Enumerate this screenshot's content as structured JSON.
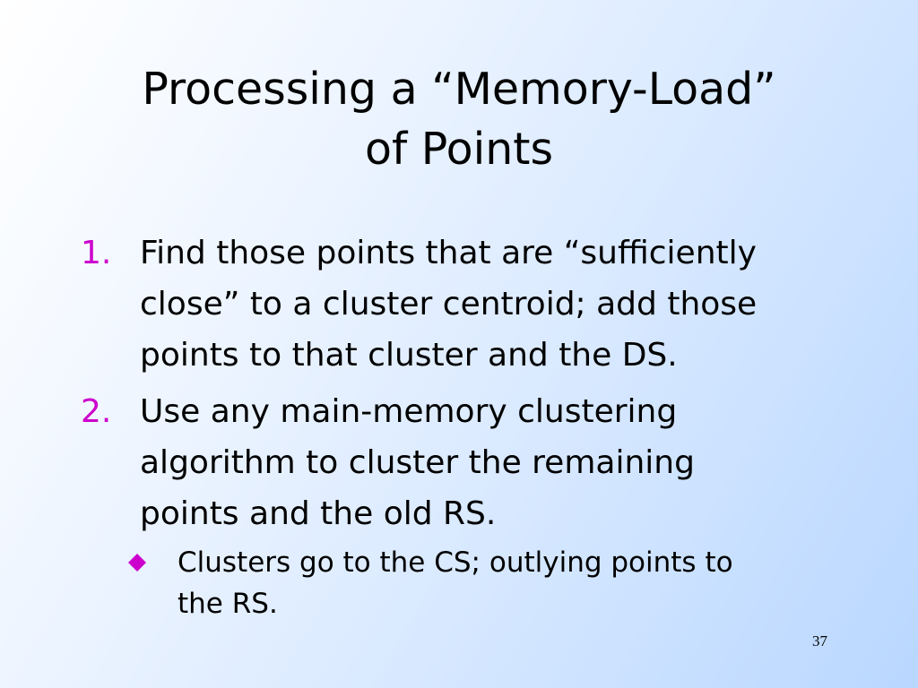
{
  "slide": {
    "title_lines": [
      "Processing a “Memory-Load”",
      "of Points"
    ],
    "items": [
      {
        "number": "1.",
        "lines": [
          "Find those points that are “sufficiently",
          "close” to a cluster centroid; add those",
          "points to that cluster and the DS."
        ]
      },
      {
        "number": "2.",
        "lines": [
          "Use any main-memory clustering",
          "algorithm to cluster the remaining",
          "points and the old RS."
        ],
        "subitems": [
          {
            "bullet_icon": "diamond-bullet-icon",
            "lines": [
              "Clusters go to the CS; outlying points to",
              "the RS."
            ]
          }
        ]
      }
    ],
    "page_number": "37",
    "colors": {
      "number_color": "#cc00cc",
      "bullet_color": "#cc00cc"
    }
  }
}
